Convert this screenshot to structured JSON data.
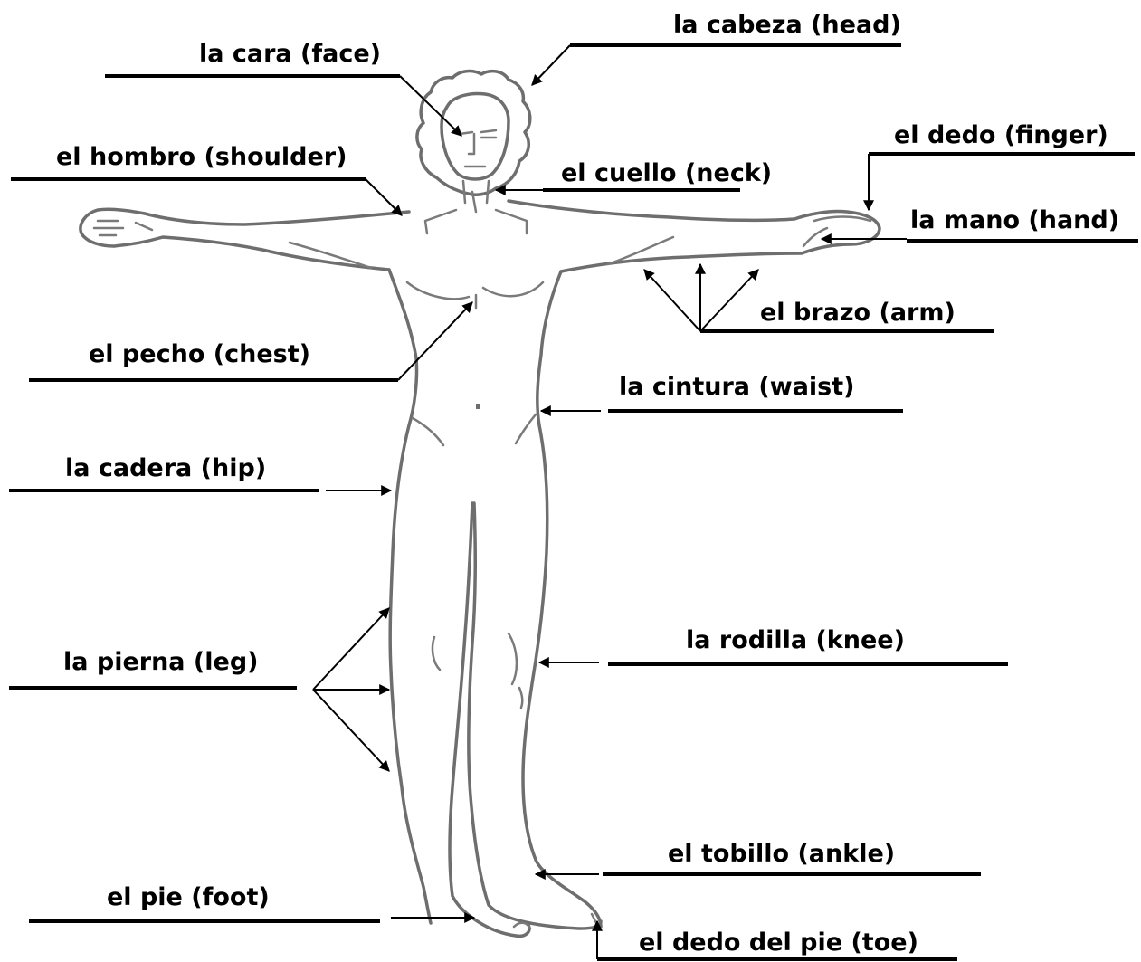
{
  "labels": {
    "head": "la cabeza (head)",
    "face": "la cara (face)",
    "finger": "el dedo (finger)",
    "shoulder": "el hombro (shoulder)",
    "neck": "el cuello (neck)",
    "hand": "la mano (hand)",
    "arm": "el brazo (arm)",
    "chest": "el pecho (chest)",
    "waist": "la cintura (waist)",
    "hip": "la cadera (hip)",
    "knee": "la rodilla (knee)",
    "leg": "la pierna (leg)",
    "ankle": "el tobillo (ankle)",
    "foot": "el pie (foot)",
    "toe": "el dedo del pie (toe)"
  },
  "colors": {
    "ink": "#000000",
    "figure_outline": "#6e6e6e",
    "background": "#ffffff"
  }
}
